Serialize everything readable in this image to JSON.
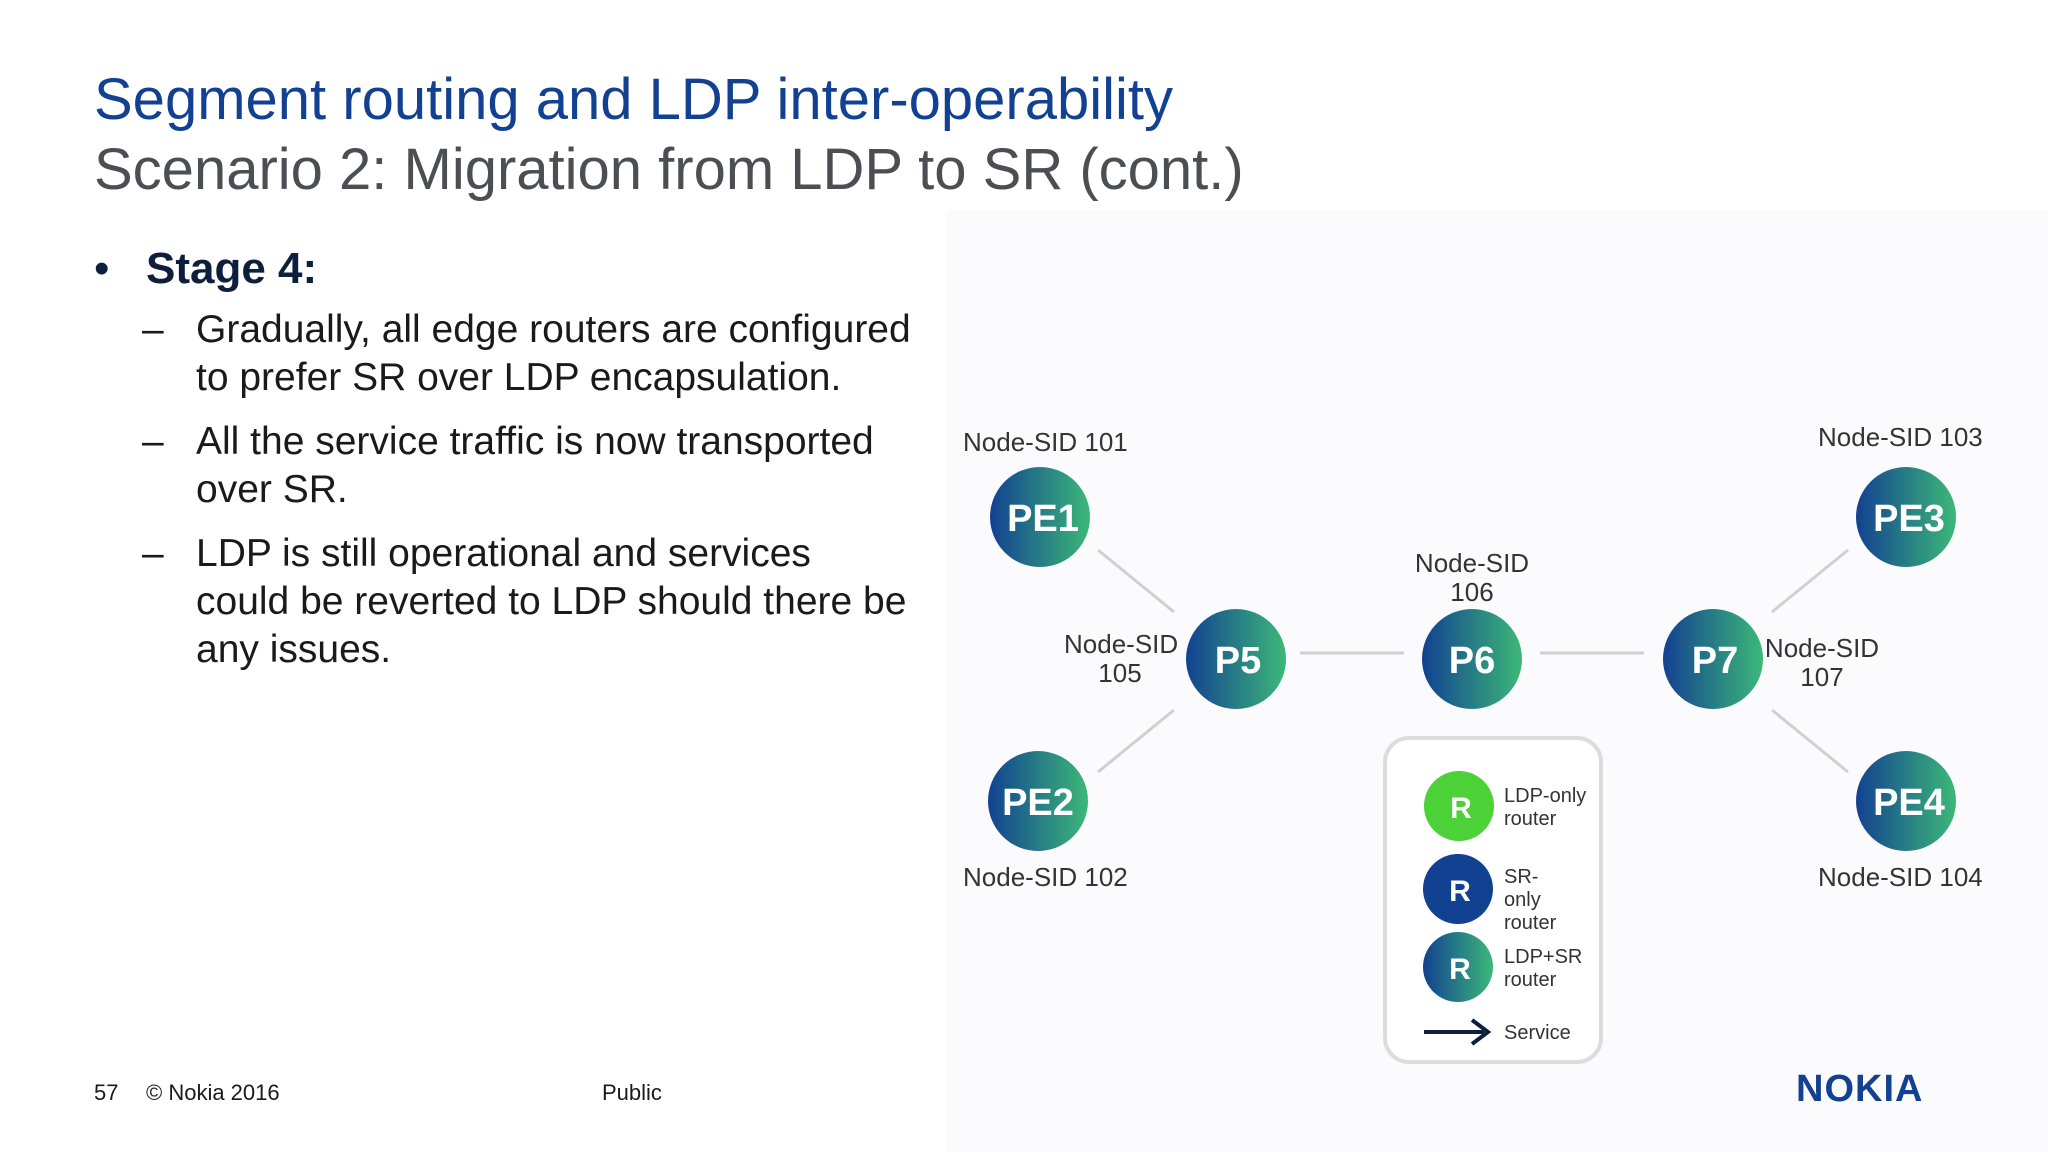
{
  "header": {
    "title": "Segment routing and LDP inter-operability",
    "subtitle": "Scenario 2: Migration from LDP to SR (cont.)"
  },
  "content": {
    "bullet_symbol": "•",
    "stage": "Stage 4:",
    "dash": "–",
    "points": [
      [
        "Gradually, all edge routers are configured",
        "to prefer SR over LDP encapsulation."
      ],
      [
        "All the service traffic is now transported",
        "over SR."
      ],
      [
        "LDP is still operational and services",
        "could be reverted to LDP should there be",
        "any issues."
      ]
    ]
  },
  "diagram": {
    "nodes": {
      "pe1": {
        "name": "PE1",
        "sid_label": "Node-SID 101"
      },
      "pe2": {
        "name": "PE2",
        "sid_label": "Node-SID 102"
      },
      "pe3": {
        "name": "PE3",
        "sid_label": "Node-SID 103"
      },
      "pe4": {
        "name": "PE4",
        "sid_label": "Node-SID 104"
      },
      "p5": {
        "name": "P5",
        "sid_line1": "Node-SID",
        "sid_line2": "105"
      },
      "p6": {
        "name": "P6",
        "sid_line1": "Node-SID",
        "sid_line2": "106"
      },
      "p7": {
        "name": "P7",
        "sid_line1": "Node-SID",
        "sid_line2": "107"
      }
    },
    "legend": {
      "router_letter": "R",
      "ldp_only": [
        "LDP-only",
        "router"
      ],
      "sr_only": [
        "SR-",
        "only",
        "router"
      ],
      "ldp_sr": [
        "LDP+SR",
        "router"
      ],
      "service": "Service"
    },
    "colors": {
      "ldp_green": "#4cd137",
      "sr_blue": "#124191",
      "gradient_start": "#124191",
      "gradient_end": "#3cb878",
      "link": "#d0d0d0",
      "legend_border": "#dcdcdc"
    }
  },
  "footer": {
    "page_number": "57",
    "copyright": "© Nokia 2016",
    "classification": "Public",
    "logo": "NOKIA"
  }
}
